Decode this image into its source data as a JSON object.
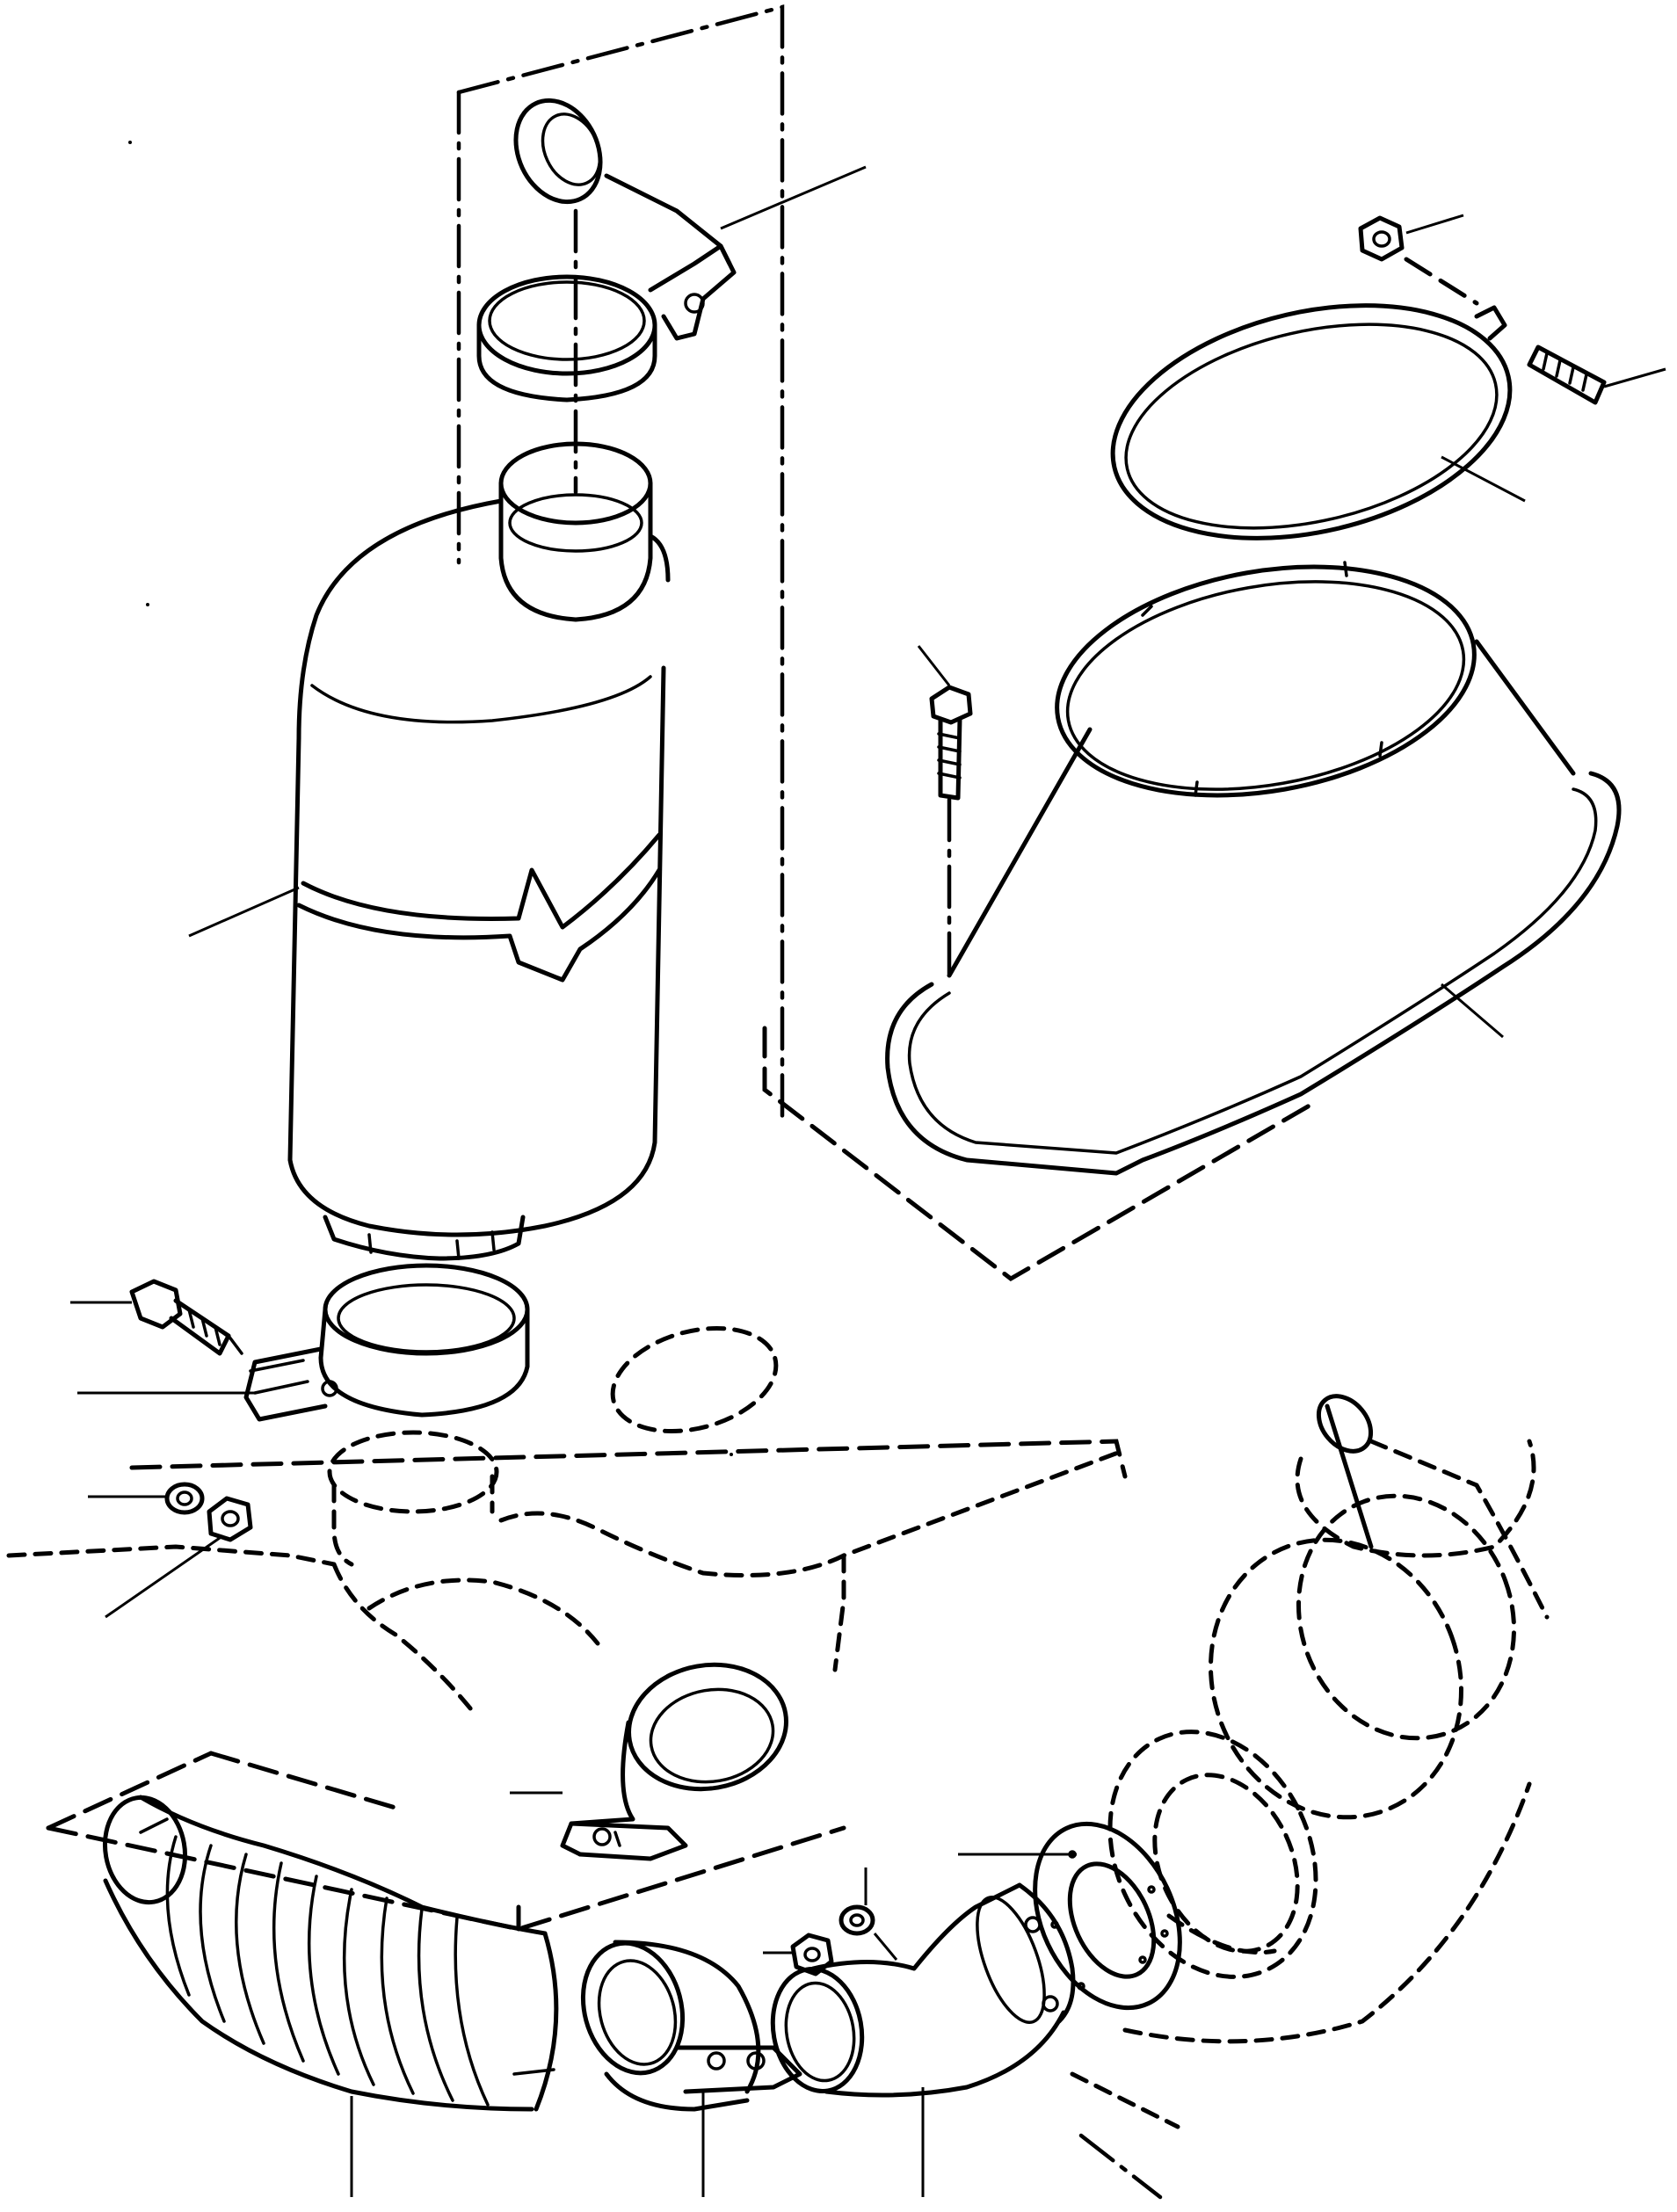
{
  "diagram": {
    "kind": "exploded parts view",
    "parts": [
      {
        "id": "hood-clamp",
        "label": ""
      },
      {
        "id": "muffler",
        "label": ""
      },
      {
        "id": "exhaust-clamp",
        "label": ""
      },
      {
        "id": "exhaust-clamp-bolt",
        "label": ""
      },
      {
        "id": "lock-washer",
        "label": ""
      },
      {
        "id": "nut",
        "label": ""
      },
      {
        "id": "pipe-clamp",
        "label": ""
      },
      {
        "id": "flex-pipe",
        "label": ""
      },
      {
        "id": "tube-clamp",
        "label": ""
      },
      {
        "id": "elbow-pipe",
        "label": ""
      },
      {
        "id": "gasket",
        "label": ""
      },
      {
        "id": "elbow-nut",
        "label": ""
      },
      {
        "id": "elbow-washer",
        "label": ""
      },
      {
        "id": "band-clamp",
        "label": ""
      },
      {
        "id": "band-nut",
        "label": ""
      },
      {
        "id": "band-screw",
        "label": ""
      },
      {
        "id": "precleaner-cone",
        "label": ""
      },
      {
        "id": "cone-bolt",
        "label": ""
      }
    ],
    "colors": {
      "ink": "#000000",
      "paper": "#ffffff"
    }
  }
}
